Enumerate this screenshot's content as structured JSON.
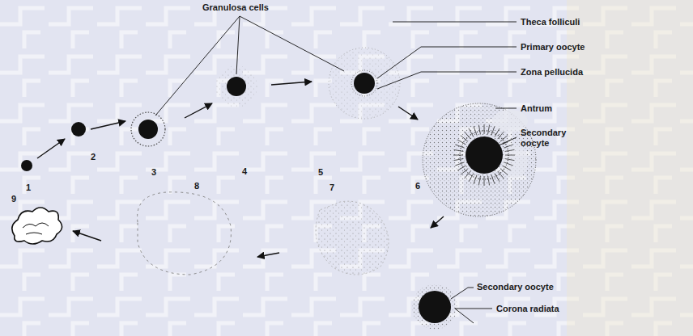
{
  "diagram": {
    "labels": [
      "Granulosa cells",
      "Theca folliculi",
      "Primary oocyte",
      "Zona pellucida",
      "Antrum",
      "Secondary oocyte",
      "Secondary oocyte",
      "Corona radiata",
      "1",
      "2",
      "3",
      "4",
      "5",
      "6",
      "7",
      "8",
      "9"
    ]
  }
}
